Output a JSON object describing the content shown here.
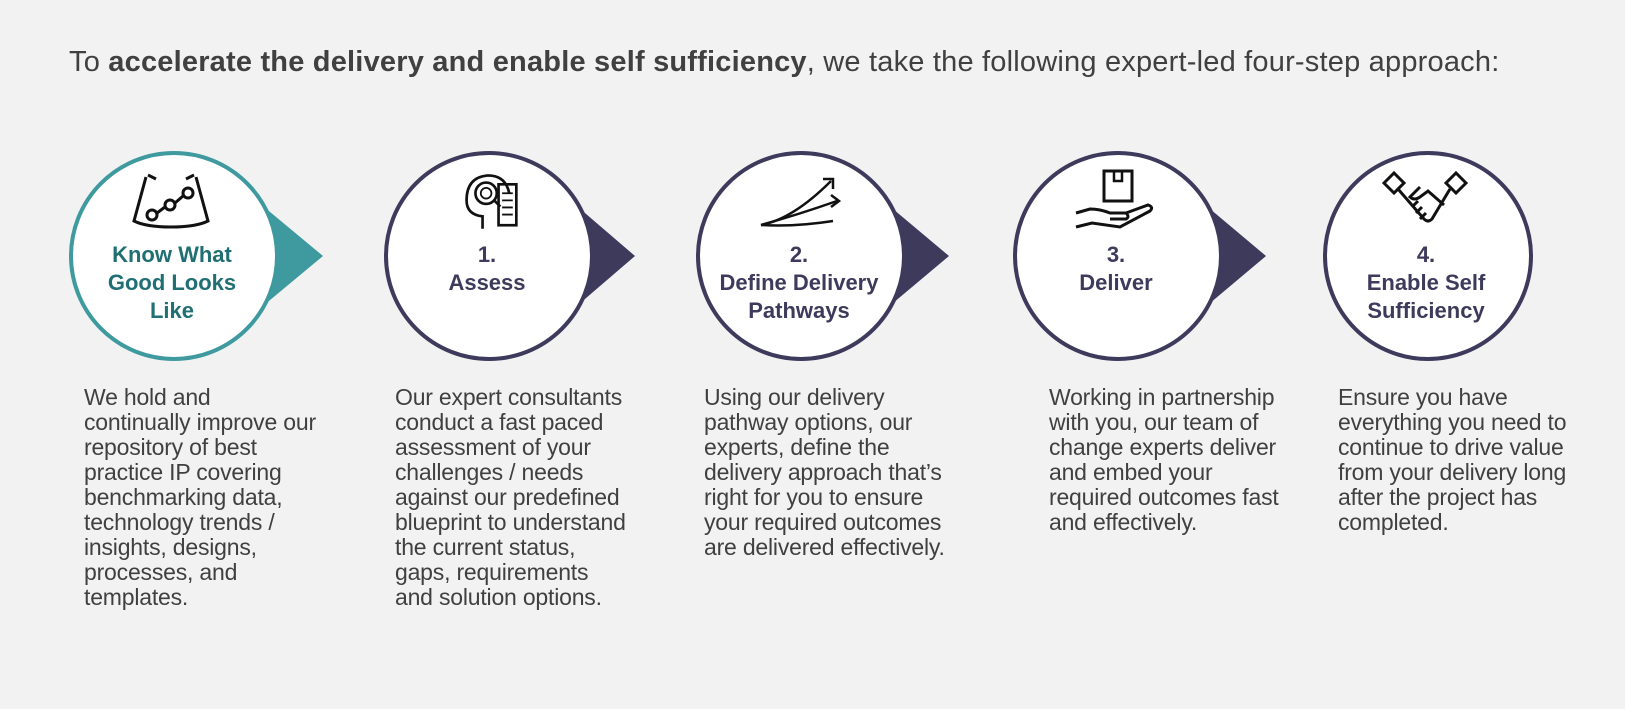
{
  "intro": {
    "prefix": "To ",
    "bold": "accelerate the delivery and enable self sufficiency",
    "suffix": ", we take the following expert-led four-step approach:"
  },
  "colors": {
    "teal": "#3e9a9e",
    "teal_text": "#1f6f73",
    "navy": "#3d3a5c",
    "text": "#404040",
    "background": "#f2f2f2"
  },
  "steps": [
    {
      "icon": "roadmap-icon",
      "number": "",
      "title": "Know What Good Looks Like",
      "description": "We hold and continually improve our repository of best practice IP covering benchmarking data, technology trends / insights, designs, processes, and templates."
    },
    {
      "icon": "head-gear-magnifier-icon",
      "number": "1.",
      "title": "Assess",
      "description": "Our expert consultants conduct a fast paced assessment of your challenges / needs against our predefined blueprint to understand the current status, gaps, requirements and solution options."
    },
    {
      "icon": "diverging-arrows-icon",
      "number": "2.",
      "title": "Define Delivery Pathways",
      "description": "Using our delivery pathway options, our experts, define the delivery approach that’s right for you to ensure your required outcomes are delivered effectively."
    },
    {
      "icon": "hand-with-box-icon",
      "number": "3.",
      "title": "Deliver",
      "description": "Working in partnership with you, our team of change experts deliver and embed your required outcomes fast and effectively."
    },
    {
      "icon": "handshake-icon",
      "number": "4.",
      "title": "Enable Self Sufficiency",
      "description": "Ensure you have everything you need to continue to drive value from your delivery long after the project has completed."
    }
  ]
}
